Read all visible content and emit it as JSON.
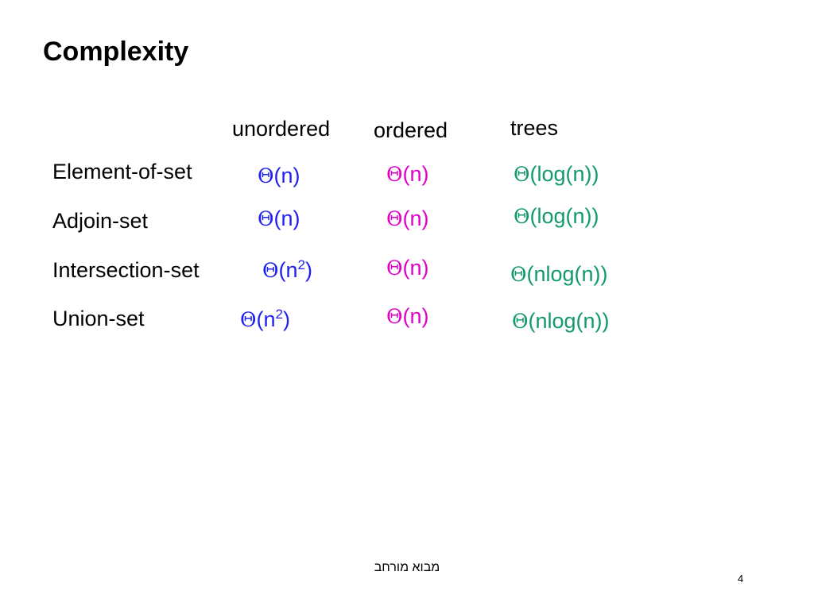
{
  "slide": {
    "title": "Complexity",
    "footer": "מבוא מורחב",
    "page_number": "4"
  },
  "colors": {
    "col_unordered": "#1f1ff0",
    "col_ordered": "#e000c8",
    "col_trees": "#129a68"
  },
  "table": {
    "columns": [
      "unordered",
      "ordered",
      "trees"
    ],
    "rows": [
      {
        "label": "Element-of-set",
        "unordered": {
          "symbol": "Θ",
          "expr": "(n)",
          "sup": ""
        },
        "ordered": {
          "symbol": "Θ",
          "expr": "(n)",
          "sup": ""
        },
        "trees": {
          "symbol": "Θ",
          "expr": "(log(n))",
          "sup": ""
        }
      },
      {
        "label": "Adjoin-set",
        "unordered": {
          "symbol": "Θ",
          "expr": "(n)",
          "sup": ""
        },
        "ordered": {
          "symbol": "Θ",
          "expr": "(n)",
          "sup": ""
        },
        "trees": {
          "symbol": "Θ",
          "expr": "(log(n))",
          "sup": ""
        }
      },
      {
        "label": "Intersection-set",
        "unordered": {
          "symbol": "Θ",
          "expr": "(n",
          "sup": "2",
          "tail": ")"
        },
        "ordered": {
          "symbol": "Θ",
          "expr": "(n)",
          "sup": ""
        },
        "trees": {
          "symbol": "Θ",
          "expr": "(nlog(n))",
          "sup": ""
        }
      },
      {
        "label": "Union-set",
        "unordered": {
          "symbol": "Θ",
          "expr": "(n",
          "sup": "2",
          "tail": ")"
        },
        "ordered": {
          "symbol": "Θ",
          "expr": "(n)",
          "sup": ""
        },
        "trees": {
          "symbol": "Θ",
          "expr": "(nlog(n))",
          "sup": ""
        }
      }
    ]
  }
}
